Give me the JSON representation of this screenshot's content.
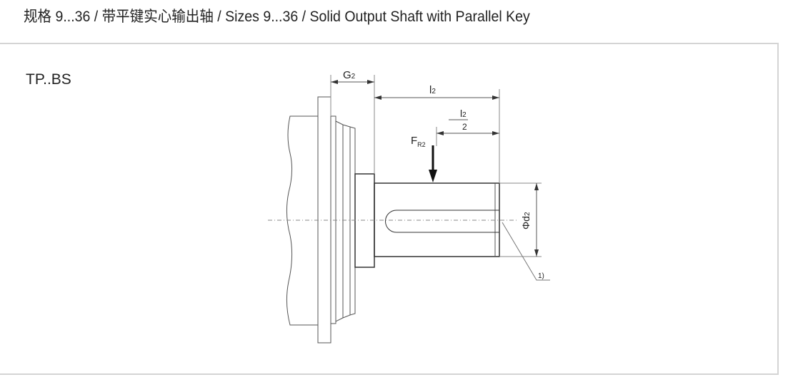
{
  "title": "规格 9...36 / 带平键实心输出轴 / Sizes 9...36 / Solid Output Shaft with Parallel Key",
  "drawing": {
    "type_label": "TP..BS",
    "dimensions": {
      "g2": {
        "main": "G",
        "sub": "2"
      },
      "l2": {
        "main": "l",
        "sub": "2"
      },
      "l2_half": {
        "num_main": "l",
        "num_sub": "2",
        "den": "2"
      },
      "force": {
        "main": "F",
        "sub": "R2"
      },
      "diameter": {
        "main": "Φd",
        "sub": "2"
      },
      "note": "1)"
    }
  }
}
